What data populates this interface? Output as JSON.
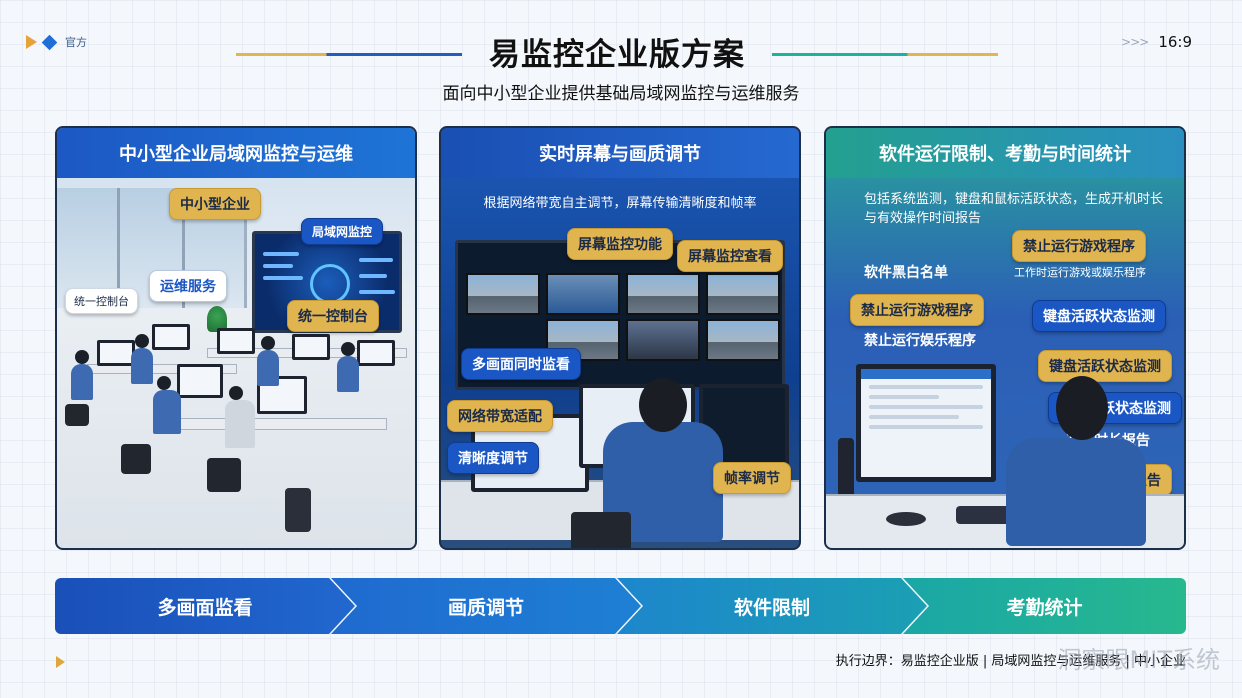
{
  "header": {
    "logo_text": "官方",
    "title": "易监控企业版方案",
    "subtitle": "面向中小型企业提供基础局域网监控与运维服务",
    "ratio": "16:9",
    "ratio_chevrons": ">>>"
  },
  "panels": [
    {
      "title": "中小型企业局域网监控与运维",
      "tags": [
        "中小型企业",
        "局域网监控",
        "运维服务",
        "统一控制台",
        "统一控制台"
      ]
    },
    {
      "title": "实时屏幕与画质调节",
      "description": "根据网络带宽自主调节，屏幕传输清晰度和帧率",
      "tags": [
        "屏幕监控功能",
        "屏幕监控查看",
        "多画面同时监看",
        "网络带宽适配",
        "清晰度调节",
        "帧率调节"
      ]
    },
    {
      "title": "软件运行限制、考勤与时间统计",
      "description": "包括系统监测，键盘和鼠标活跃状态，生成开机时长与有效操作时间报告",
      "labels": [
        "软件黑白名单",
        "工作时运行游戏或娱乐程序",
        "禁止运行娱乐程序",
        "开机时长报告"
      ],
      "tags": [
        "禁止运行游戏程序",
        "禁止运行游戏程序",
        "键盘活跃状态监测",
        "键盘活跃状态监测",
        "鼠标活跃状态监测",
        "有效操作时间报告"
      ]
    }
  ],
  "flow": [
    "多画面监看",
    "画质调节",
    "软件限制",
    "考勤统计"
  ],
  "footer": {
    "text": "执行边界：易监控企业版 | 局域网监控与运维服务 | 中小企业",
    "watermark": "洞察眼MIT系统"
  },
  "colors": {
    "gold": "#e0b44e",
    "blue": "#1a56c4",
    "teal": "#1bb49a"
  }
}
